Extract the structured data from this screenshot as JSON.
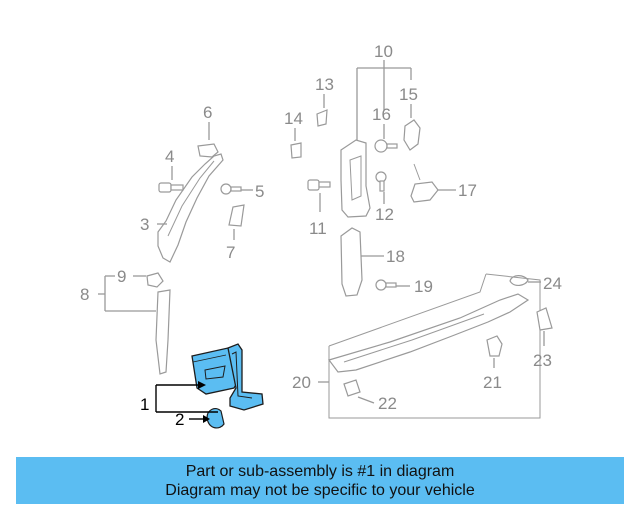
{
  "callouts": {
    "c1": "1",
    "c2": "2",
    "c3": "3",
    "c4": "4",
    "c5": "5",
    "c6": "6",
    "c7": "7",
    "c8": "8",
    "c9": "9",
    "c10": "10",
    "c11": "11",
    "c12": "12",
    "c13": "13",
    "c14": "14",
    "c15": "15",
    "c16": "16",
    "c17": "17",
    "c18": "18",
    "c19": "19",
    "c20": "20",
    "c21": "21",
    "c22": "22",
    "c23": "23",
    "c24": "24"
  },
  "colors": {
    "highlight": "#5bbdf2",
    "banner": "#5bbdf2",
    "callout_gray": "#8a8a8a"
  },
  "banner": {
    "line1": "Part or sub-assembly is #1 in diagram",
    "line2": "Diagram may not be specific to your vehicle"
  }
}
